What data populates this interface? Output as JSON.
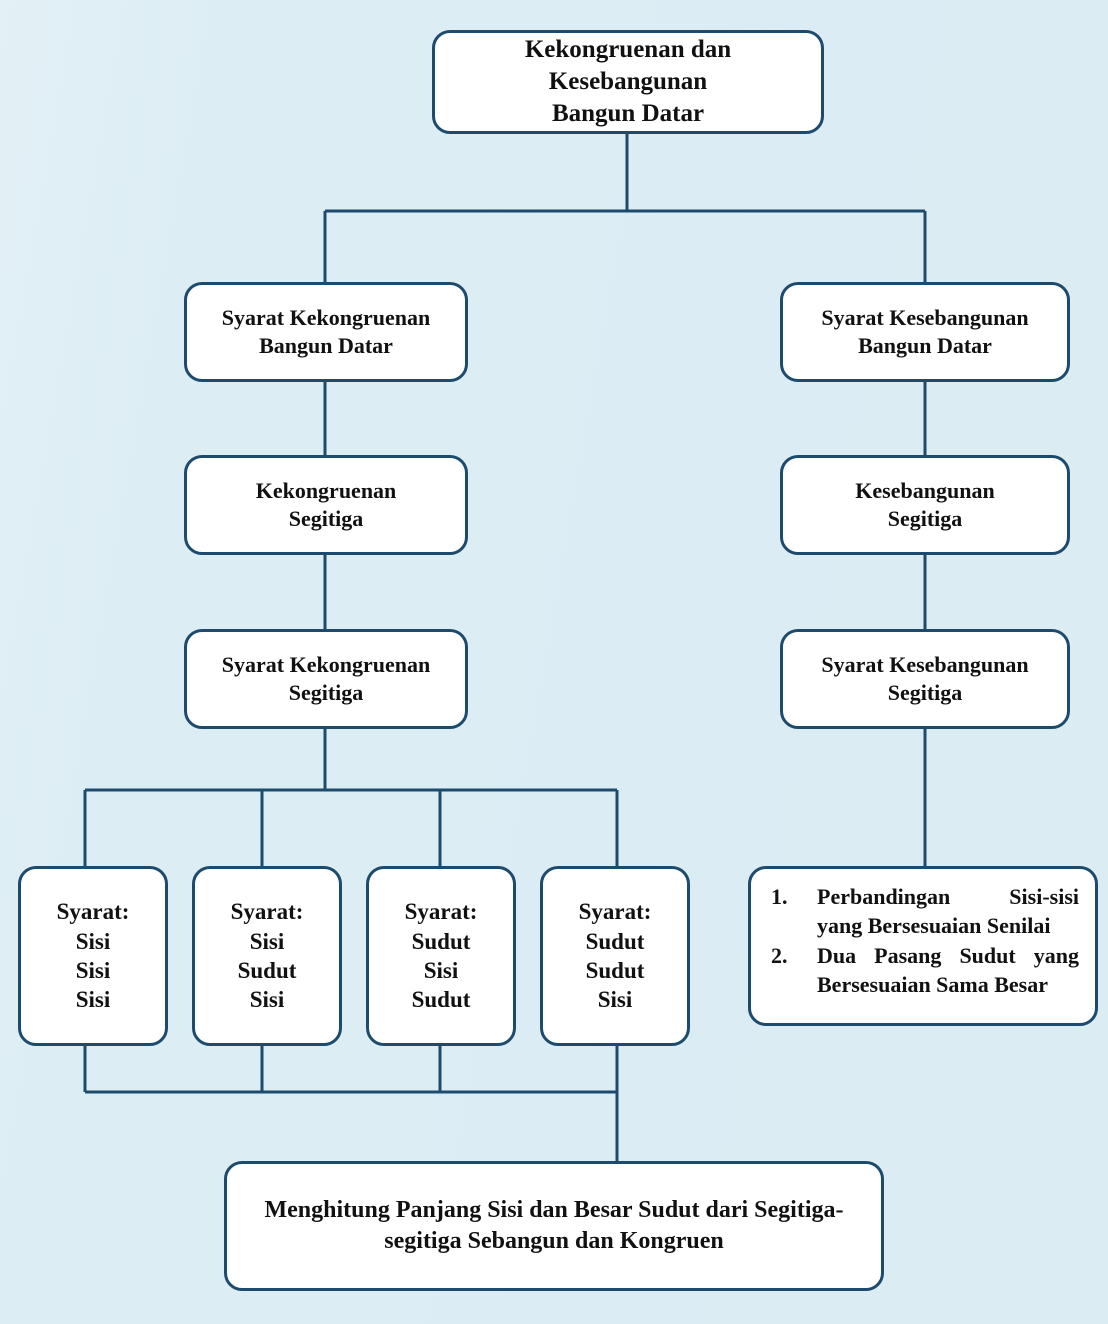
{
  "diagram": {
    "title": "Kekongruenan dan Kesebangunan Bangun Datar",
    "language": "Indonesian",
    "background_color": "#dcedf4",
    "box_fill": "#ffffff",
    "box_border_color": "#1d4b6e",
    "text_color": "#111111"
  },
  "nodes": {
    "root": "Kekongruenan dan Kesebangunan\nBangun Datar",
    "left_branch": {
      "syarat_bangun_datar": "Syarat Kekongruenan\nBangun Datar",
      "segitiga": "Kekongruenan\nSegitiga",
      "syarat_segitiga": "Syarat Kekongruenan\nSegitiga"
    },
    "right_branch": {
      "syarat_bangun_datar": "Syarat Kesebangunan\nBangun Datar",
      "segitiga": "Kesebangunan\nSegitiga",
      "syarat_segitiga": "Syarat Kesebangunan\nSegitiga"
    },
    "criteria": [
      "Syarat:\nSisi\nSisi\nSisi",
      "Syarat:\nSisi\nSudut\nSisi",
      "Syarat:\nSudut\nSisi\nSudut",
      "Syarat:\nSudut\nSudut\nSisi"
    ],
    "similarity_conditions": [
      {
        "number": "1.",
        "line1": "Perbandingan Sisi-sisi",
        "line2": "yang Bersesuaian Senilai"
      },
      {
        "number": "2.",
        "line1": "Dua Pasang Sudut yang",
        "line2": "Bersesuaian Sama Besar"
      }
    ],
    "conclusion": "Menghitung Panjang Sisi dan Besar Sudut dari Segitiga-\nsegitiga Sebangun dan Kongruen"
  }
}
